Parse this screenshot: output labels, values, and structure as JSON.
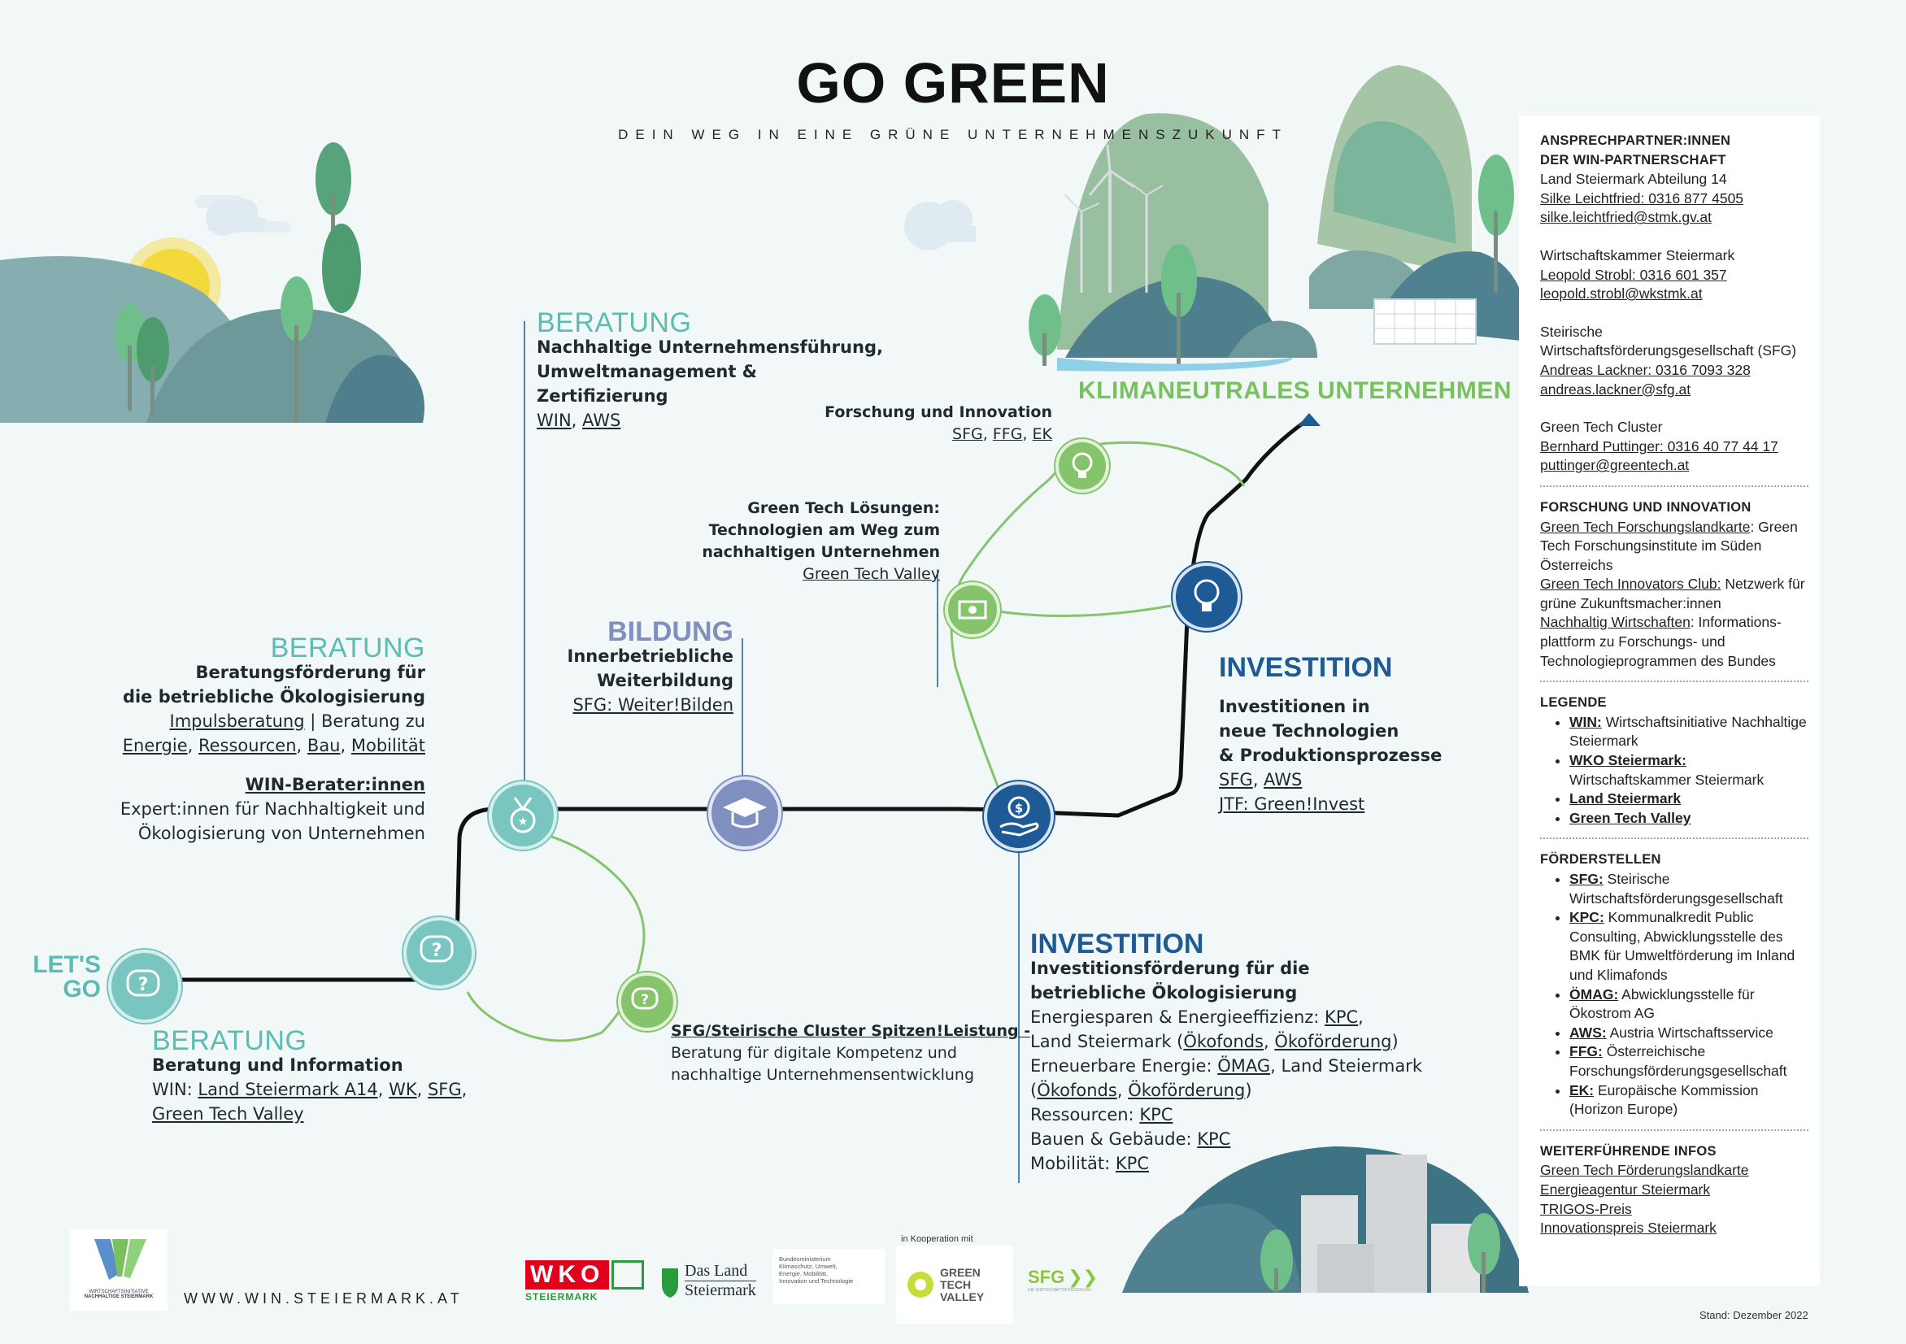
{
  "header": {
    "title": "GO GREEN",
    "subtitle": "DEIN WEG IN EINE GRÜNE UNTERNEHMENSZUKUNFT"
  },
  "start_label": {
    "line1": "LET'S",
    "line2": "GO"
  },
  "goal_label": "KLIMANEUTRALES UNTERNEHMEN",
  "blocks": {
    "beratung_info": {
      "heading": "BERATUNG",
      "subheading": "Beratung und Information",
      "line1_prefix": "WIN: ",
      "link1": "Land Steiermark A14",
      "sep1": ", ",
      "link2": "WK",
      "sep2": ", ",
      "link3": "SFG",
      "sep3": ",",
      "link4": "Green Tech Valley"
    },
    "beratung_foerderung": {
      "heading": "BERATUNG",
      "sub1": "Beratungsförderung für",
      "sub2": "die betriebliche Ökologisierung",
      "link1": "Impulsberatung",
      "text1": " | Beratung zu",
      "link2": "Energie",
      "link3": "Ressourcen",
      "link4": "Bau",
      "link5": "Mobilität",
      "comma": ", ",
      "berater_title": "WIN-Berater:innen",
      "berater_line1": "Expert:innen für Nachhaltigkeit und",
      "berater_line2": "Ökologisierung von Unternehmen"
    },
    "beratung_nachhaltig": {
      "heading": "BERATUNG",
      "sub1": "Nachhaltige Unternehmensführung,",
      "sub2": "Umweltmanagement &",
      "sub3": "Zertifizierung",
      "link1": "WIN",
      "sep": ", ",
      "link2": "AWS"
    },
    "bildung": {
      "heading": "BILDUNG",
      "sub1": "Innerbetriebliche",
      "sub2": "Weiterbildung",
      "link1": "SFG: Weiter!Bilden"
    },
    "cluster": {
      "title": "SFG/Steirische Cluster Spitzen!Leistung -",
      "line1": "Beratung für digitale Kompetenz und",
      "line2": "nachhaltige Unternehmensentwicklung"
    },
    "greentech": {
      "sub1": "Green Tech Lösungen:",
      "sub2": "Technologien am Weg zum",
      "sub3": "nachhaltigen Unternehmen",
      "link1": "Green Tech Valley"
    },
    "forschung": {
      "sub1": "Forschung und Innovation",
      "link1": "SFG",
      "link2": "FFG",
      "link3": "EK",
      "sep": ", "
    },
    "investition_top": {
      "heading": "INVESTITION",
      "sub1": "Investitionen in",
      "sub2": "neue Technologien",
      "sub3": "& Produktionsprozesse",
      "link1": "SFG",
      "sep": ", ",
      "link2": "AWS",
      "link3": "JTF:  Green!Invest"
    },
    "investition_bottom": {
      "heading": "INVESTITION",
      "sub1": "Investitionsförderung für die",
      "sub2": "betriebliche Ökologisierung",
      "l1_text": "Energiesparen & Energieeffizienz: ",
      "l1_link": "KPC",
      "l1_end": ",",
      "l2_text": "Land Steiermark (",
      "l2_link1": "Ökofonds",
      "l2_sep": ", ",
      "l2_link2": "Ökoförderung",
      "l2_end": ")",
      "l3_text": "Erneuerbare Energie: ",
      "l3_link": "ÖMAG",
      "l3_text2": ", Land Steiermark",
      "l4_open": "(",
      "l4_link1": "Ökofonds",
      "l4_sep": ", ",
      "l4_link2": "Ökoförderung",
      "l4_end": ")",
      "l5_text": "Ressourcen: ",
      "l5_link": "KPC",
      "l6_text": "Bauen & Gebäude: ",
      "l6_link": "KPC",
      "l7_text": "Mobilität: ",
      "l7_link": "KPC"
    }
  },
  "sidebar": {
    "contacts_title1": "ANSPRECHPARTNER:INNEN",
    "contacts_title2": "DER WIN-PARTNERSCHAFT",
    "c1_org": "Land Steiermark Abteilung 14",
    "c1_person": "Silke Leichtfried: 0316 877 4505",
    "c1_mail": "silke.leichtfried@stmk.gv.at",
    "c2_org": "Wirtschaftskammer Steiermark",
    "c2_person": "Leopold Strobl: 0316 601 357",
    "c2_mail": "leopold.strobl@wkstmk.at",
    "c3_org1": "Steirische",
    "c3_org2": "Wirtschaftsförderungsgesellschaft (SFG)",
    "c3_person": "Andreas Lackner: 0316 7093 328",
    "c3_mail": "andreas.lackner@sfg.at",
    "c4_org": "Green Tech Cluster",
    "c4_person": "Bernhard Puttinger: 0316 40 77 44 17",
    "c4_mail": "puttinger@greentech.at",
    "fi_title": "FORSCHUNG UND INNOVATION",
    "fi1_link": "Green Tech Forschungslandkarte",
    "fi1_text": ": Green Tech Forschungsinstitute im Süden Österreichs",
    "fi2_link": "Green Tech Innovators Club:",
    "fi2_text": " Netzwerk für grüne Zukunftsmacher:innen",
    "fi3_link": "Nachhaltig Wirtschaften",
    "fi3_text": ": Informations- plattform zu Forschungs- und Technologieprogrammen des Bundes",
    "legend_title": "LEGENDE",
    "legend": [
      {
        "key": "WIN:",
        "text": " Wirtschaftsinitiative Nachhaltige Steiermark"
      },
      {
        "key": "WKO Steiermark:",
        "text": " Wirtschaftskammer Steiermark"
      },
      {
        "key": "Land Steiermark",
        "text": ""
      },
      {
        "key": "Green Tech Valley",
        "text": ""
      }
    ],
    "funders_title": "FÖRDERSTELLEN",
    "funders": [
      {
        "key": "SFG:",
        "text": " Steirische Wirtschaftsförderungsgesellschaft"
      },
      {
        "key": "KPC:",
        "text": " Kommunalkredit Public Consulting, Abwicklungsstelle des BMK für Umweltförderung im Inland und Klimafonds"
      },
      {
        "key": "ÖMAG:",
        "text": " Abwicklungsstelle für Ökostrom AG"
      },
      {
        "key": "AWS:",
        "text": " Austria Wirtschaftsservice"
      },
      {
        "key": "FFG:",
        "text": " Österreichische Forschungsförderungsgesellschaft"
      },
      {
        "key": "EK:",
        "text": " Europäische Kommission (Horizon Europe)"
      }
    ],
    "more_title": "WEITERFÜHRENDE INFOS",
    "more_links": [
      "Green Tech Förderungslandkarte",
      "Energieagentur Steiermark",
      "TRIGOS-Preis",
      "Innovationspreis Steiermark"
    ]
  },
  "footer": {
    "win_logo_line1": "WIRTSCHAFTSINITIATIVE",
    "win_logo_line2": "NACHHALTIGE STEIERMARK",
    "url": "WWW.WIN.STEIERMARK.AT",
    "wko": "WKO",
    "wko_sub": "STEIERMARK",
    "land1": "Das Land",
    "land2": "Steiermark",
    "bm_line1": "Bundesministerium",
    "bm_line2": "Klimaschutz, Umwelt,",
    "bm_line3": "Energie, Mobilität,",
    "bm_line4": "Innovation und Technologie",
    "koop": "in Kooperation mit",
    "gtv1": "GREEN",
    "gtv2": "TECH",
    "gtv3": "VALLEY",
    "sfg": "SFG",
    "sfg_sub": "DIE WIRTSCHAFTSFÖRDERUNG",
    "stand": "Stand: Dezember 2022"
  },
  "colors": {
    "teal": "#5cbcb2",
    "blue": "#1d5a96",
    "green": "#79c15e",
    "lavender": "#7f8fbf",
    "hill": "#7fa7a4"
  }
}
